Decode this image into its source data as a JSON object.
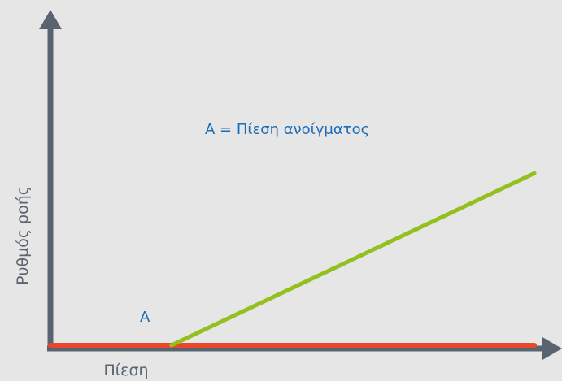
{
  "diagram": {
    "type": "line",
    "ylabel": "Ρυθμός ροής",
    "xlabel": "Πίεση",
    "annotation": "A = Πίεση ανοίγματος",
    "point_label": "A",
    "series": [
      {
        "values": [
          [
            0,
            0
          ],
          [
            1,
            0
          ]
        ],
        "color": "#e8472b"
      },
      {
        "values": [
          [
            0.25,
            0
          ],
          [
            1,
            0.58
          ]
        ],
        "color": "#93c01f"
      }
    ],
    "axis_color": "#5a6470",
    "text_color_primary": "#1a6cb5",
    "text_color_secondary": "#5a6470"
  }
}
